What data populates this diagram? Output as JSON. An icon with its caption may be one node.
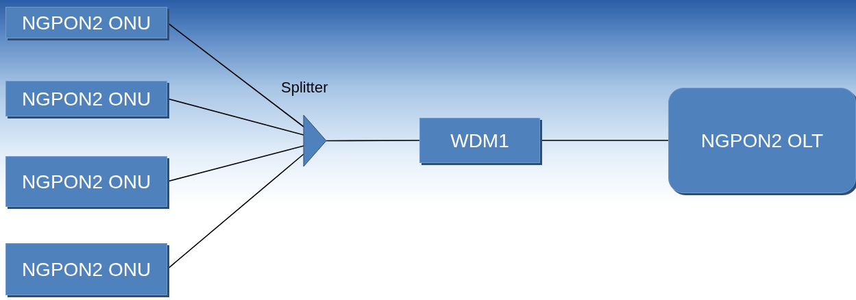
{
  "diagram": {
    "nodes": [
      {
        "text": [
          "NGPON2 ONU"
        ]
      },
      {
        "text": [
          "NGPON2 ONU"
        ]
      },
      {
        "text": [
          "NGPON2 ONU"
        ]
      },
      {
        "text": [
          "NGPON2 ONU"
        ]
      },
      {
        "text": [],
        "shape": "triangle",
        "beside": [
          "Splitter"
        ]
      },
      {
        "text": [
          "WDM1"
        ]
      },
      {
        "text": [
          "NGPON2 OLT"
        ]
      }
    ],
    "edges": [
      {
        "from": 0,
        "to": 4,
        "arrow": "none"
      },
      {
        "from": 1,
        "to": 4,
        "arrow": "none"
      },
      {
        "from": 2,
        "to": 4,
        "arrow": "none"
      },
      {
        "from": 3,
        "to": 4,
        "arrow": "none"
      },
      {
        "from": 4,
        "to": 5,
        "arrow": "none"
      },
      {
        "from": 5,
        "to": 6,
        "arrow": "none"
      }
    ]
  }
}
